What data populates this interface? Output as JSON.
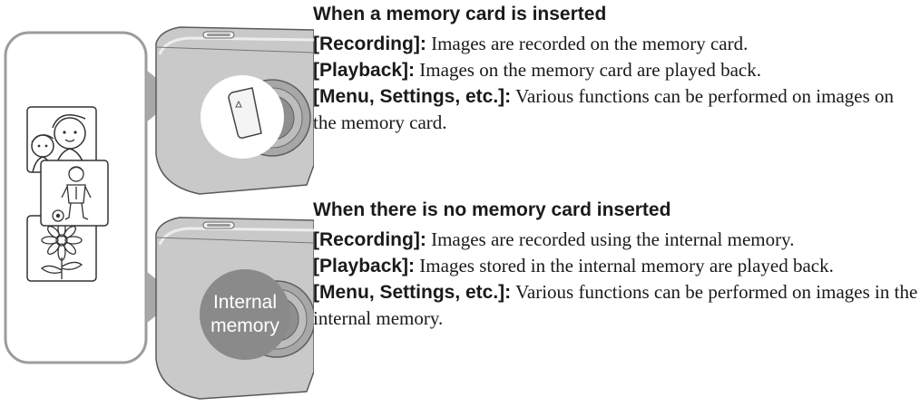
{
  "internal_memory_label": [
    "Internal",
    "memory"
  ],
  "sections": [
    {
      "heading": "When a memory card is inserted",
      "items": [
        {
          "term": "[Recording]:",
          "text": "Images are recorded on the memory card."
        },
        {
          "term": "[Playback]:",
          "text": "Images on the memory card are played back."
        },
        {
          "term": "[Menu, Settings, etc.]:",
          "text": "Various functions can be performed on images on the memory card."
        }
      ]
    },
    {
      "heading": "When there is no memory card inserted",
      "items": [
        {
          "term": "[Recording]:",
          "text": "Images are recorded using the internal memory."
        },
        {
          "term": "[Playback]:",
          "text": "Images stored in the internal memory are played back."
        },
        {
          "term": "[Menu, Settings, etc.]:",
          "text": "Various functions can be performed on images in the internal memory."
        }
      ]
    }
  ]
}
